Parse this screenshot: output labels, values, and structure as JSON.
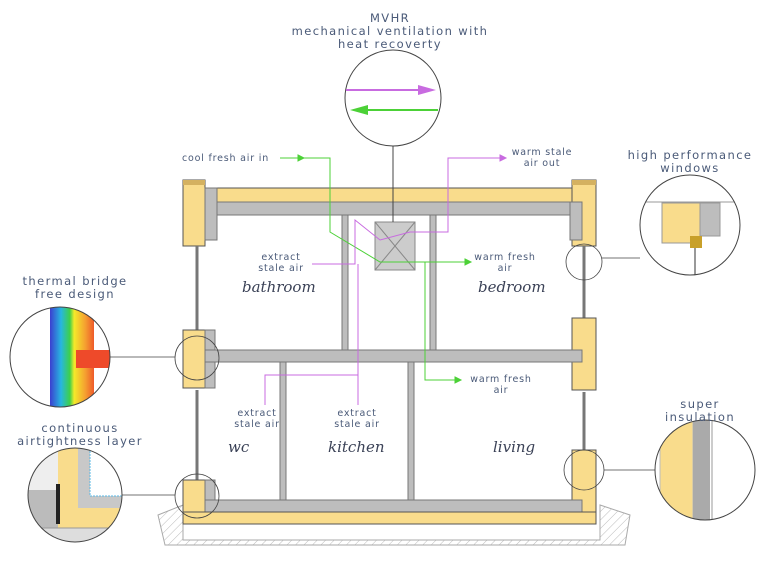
{
  "callouts": {
    "mvhr_title": "MVHR",
    "mvhr_line1": "mechanical ventilation with",
    "mvhr_line2": "heat recoverty",
    "windows_line1": "high performance",
    "windows_line2": "windows",
    "thermal_line1": "thermal bridge",
    "thermal_line2": "free design",
    "airtight_line1": "continuous",
    "airtight_line2": "airtightness layer",
    "insulation_line1": "super",
    "insulation_line2": "insulation"
  },
  "airflow": {
    "cool_fresh_in": "cool fresh air in",
    "warm_stale_out_1": "warm stale",
    "warm_stale_out_2": "air out",
    "extract_upper_1": "extract",
    "extract_upper_2": "stale air",
    "warm_fresh_upper_1": "warm fresh",
    "warm_fresh_upper_2": "air",
    "warm_fresh_lower_1": "warm fresh",
    "warm_fresh_lower_2": "air",
    "extract_wc_1": "extract",
    "extract_wc_2": "stale air",
    "extract_kitchen_1": "extract",
    "extract_kitchen_2": "stale air"
  },
  "rooms": {
    "bathroom": "bathroom",
    "bedroom": "bedroom",
    "wc": "wc",
    "kitchen": "kitchen",
    "living": "living"
  },
  "colors": {
    "insulation": "#f9dc8c",
    "concrete": "#bdbdbd",
    "fresh_air": "#4cd137",
    "stale_air": "#c86be0",
    "label": "#4a5a78"
  }
}
